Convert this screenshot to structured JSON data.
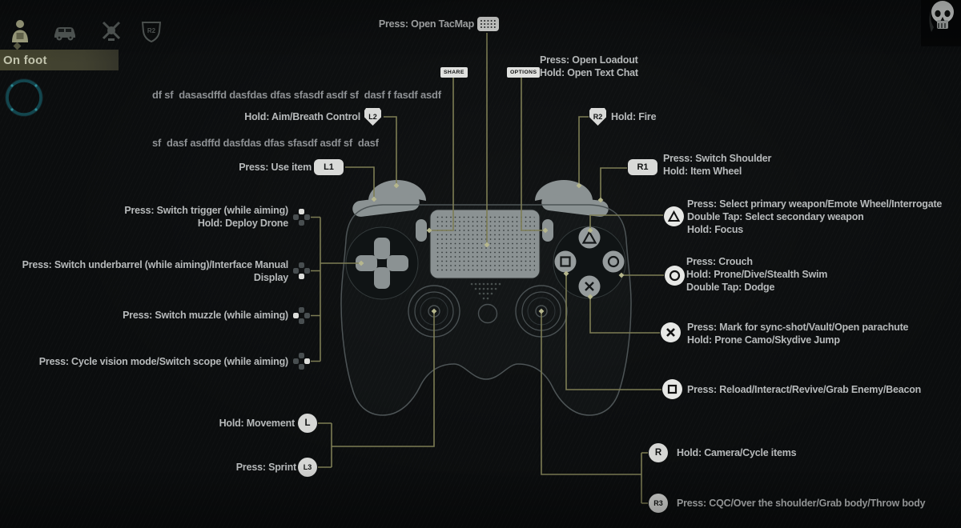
{
  "colors": {
    "background": "#0b0d0e",
    "connector_line": "#7d7d54",
    "connector_node": "#b6b78d",
    "label_text": "#b7babb",
    "controller_gray": "#8b9293",
    "active_tab": "#a6a785",
    "mode_bar_bg": "#45452f",
    "teal_ring": "#1a515a",
    "badge_bg": "#d9dad8"
  },
  "hud": {
    "tabs": [
      {
        "id": "on-foot",
        "icon": "soldier-icon",
        "active": true
      },
      {
        "id": "vehicle",
        "icon": "vehicle-icon",
        "active": false
      },
      {
        "id": "helicopter",
        "icon": "helicopter-icon",
        "active": false
      },
      {
        "id": "class-item",
        "icon": "shield-icon",
        "active": false,
        "shield_text": "R2"
      }
    ],
    "mode_label": "On foot"
  },
  "placeholder_text": {
    "line1": "df sf  dasasdffd dasfdas dfas sfasdf asdf sf  dasf f fasdf asdf",
    "line2": "sf  dasf asdffd dasfdas dfas sfasdf asdf sf  dasf"
  },
  "mappings": {
    "tacmap": {
      "badge": "touchpad",
      "label": "Press: Open TacMap"
    },
    "share": {
      "badge": "SHARE"
    },
    "options": {
      "badge": "OPTIONS"
    },
    "loadout": {
      "lines": [
        "Press: Open Loadout",
        "Hold: Open Text Chat"
      ]
    },
    "l2": {
      "badge": "L2",
      "label": "Hold: Aim/Breath Control"
    },
    "l1": {
      "badge": "L1",
      "label": "Press: Use item"
    },
    "r2": {
      "badge": "R2",
      "label": "Hold: Fire"
    },
    "r1": {
      "badge": "R1",
      "lines": [
        "Press: Switch Shoulder",
        "Hold: Item Wheel"
      ]
    },
    "dpad_up": {
      "lines": [
        "Press: Switch trigger (while aiming)",
        "Hold: Deploy Drone"
      ]
    },
    "dpad_down": {
      "lines": [
        "Press: Switch underbarrel (while aiming)/Interface Manual",
        "Display"
      ]
    },
    "dpad_left": {
      "lines": [
        "Press: Switch muzzle (while aiming)"
      ]
    },
    "dpad_right": {
      "lines": [
        "Press: Cycle vision mode/Switch scope (while aiming)"
      ]
    },
    "triangle": {
      "lines": [
        "Press: Select primary weapon/Emote Wheel/Interrogate",
        "Double Tap: Select secondary weapon",
        "Hold: Focus"
      ]
    },
    "circle": {
      "lines": [
        "Press: Crouch",
        "Hold: Prone/Dive/Stealth Swim",
        "Double Tap: Dodge"
      ]
    },
    "cross": {
      "lines": [
        "Press: Mark for sync-shot/Vault/Open parachute",
        "Hold: Prone Camo/Skydive Jump"
      ]
    },
    "square": {
      "lines": [
        "Press: Reload/Interact/Revive/Grab Enemy/Beacon"
      ]
    },
    "left_stick": {
      "badge": "L",
      "label": "Hold: Movement"
    },
    "l3": {
      "badge": "L3",
      "label": "Press: Sprint"
    },
    "right_stick": {
      "badge": "R",
      "label": "Hold: Camera/Cycle items"
    },
    "r3": {
      "badge": "R3",
      "label": "Press: CQC/Over the shoulder/Grab body/Throw body"
    }
  }
}
